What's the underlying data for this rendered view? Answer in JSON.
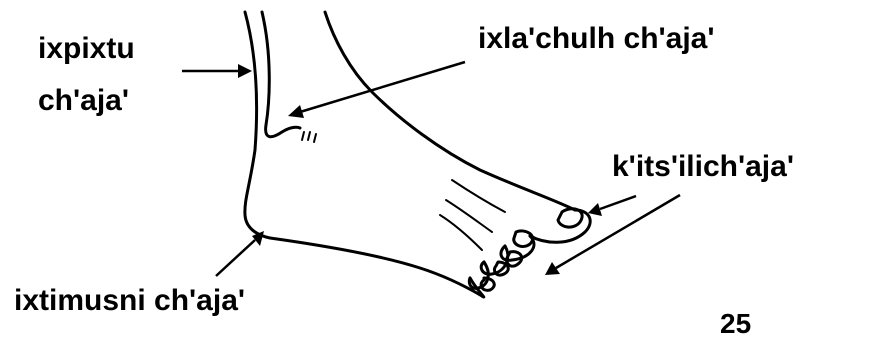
{
  "labels": {
    "ixpixtu_line1": "ixpixtu",
    "ixpixtu_line2": "ch'aja'",
    "ixlachulh": "ixla'chulh ch'aja'",
    "kitsilich": "k'its'ilich'aja'",
    "ixtimusni": "ixtimusni ch'aja'"
  },
  "page_number": "25",
  "colors": {
    "ink": "#000000",
    "background": "#ffffff"
  }
}
